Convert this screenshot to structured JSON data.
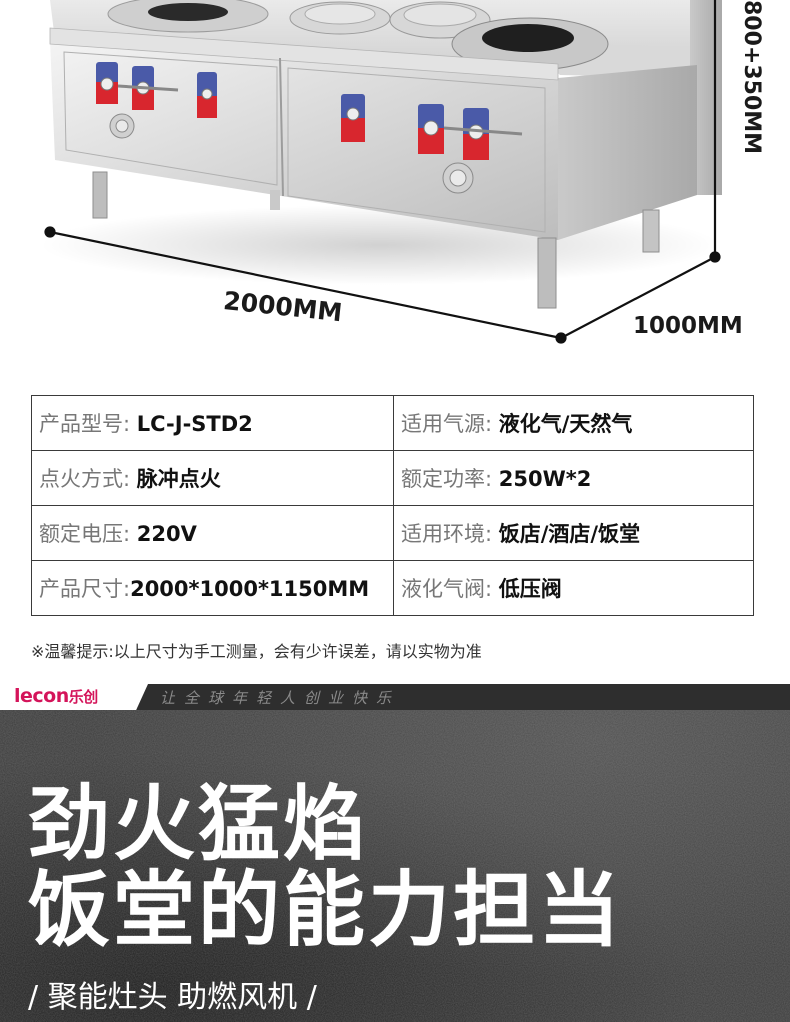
{
  "dimensions": {
    "width": "2000MM",
    "depth": "1000MM",
    "height": "800+350MM"
  },
  "specs": [
    {
      "label": "产品型号:",
      "value": "LC-J-STD2",
      "label2": "适用气源:",
      "value2": "液化气/天然气"
    },
    {
      "label": "点火方式:",
      "value": "脉冲点火",
      "label2": "额定功率:",
      "value2": "250W*2"
    },
    {
      "label": "额定电压:",
      "value": "220V",
      "label2": "适用环境:",
      "value2": "饭店/酒店/饭堂"
    },
    {
      "label": "产品尺寸:",
      "value": "2000*1000*1150MM",
      "label2": "液化气阀:",
      "value2": "低压阀"
    }
  ],
  "note": "※温馨提示:以上尺寸为手工测量，会有少许误差，请以实物为准",
  "brand": {
    "logo": "lecon",
    "logo_cn": "乐创",
    "slogan": "让全球年轻人创业快乐"
  },
  "hero": {
    "line1": "劲火猛焰",
    "line2": "饭堂的能力担当",
    "subline": "/ 聚能灶头 助燃风机 /"
  },
  "colors": {
    "brand": "#d4145a",
    "knob_red": "#d8262e",
    "knob_blue": "#4a5aa8",
    "hero_bg": "#3b3b3b"
  }
}
